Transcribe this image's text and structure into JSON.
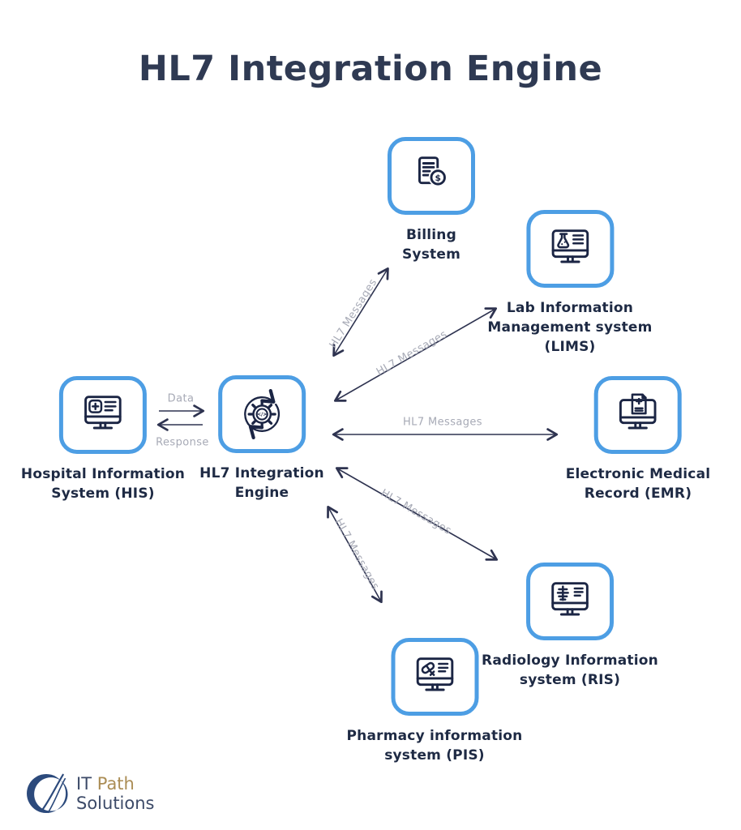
{
  "title": "HL7 Integration Engine",
  "nodes": {
    "his": {
      "id": "HIS",
      "lines": [
        "Hospital Information",
        "System (HIS)"
      ],
      "icon": "hospital-monitor-icon"
    },
    "engine": {
      "id": "ENGINE",
      "lines": [
        "HL7 Integration",
        "Engine"
      ],
      "icon": "gear-code-sync-icon"
    },
    "billing": {
      "id": "BILLING",
      "lines": [
        "Billing",
        "System"
      ],
      "icon": "invoice-dollar-icon"
    },
    "lims": {
      "id": "LIMS",
      "lines": [
        "Lab Information",
        "Management system",
        "(LIMS)"
      ],
      "icon": "lab-flask-monitor-icon"
    },
    "emr": {
      "id": "EMR",
      "lines": [
        "Electronic Medical",
        "Record (EMR)"
      ],
      "icon": "medical-record-monitor-icon"
    },
    "ris": {
      "id": "RIS",
      "lines": [
        "Radiology Information",
        "system (RIS)"
      ],
      "icon": "radiology-monitor-icon"
    },
    "pis": {
      "id": "PIS",
      "lines": [
        "Pharmacy information",
        "system (PIS)"
      ],
      "icon": "pharmacy-monitor-icon"
    }
  },
  "edges": [
    {
      "from": "Hospital Information System (HIS)",
      "to": "HL7 Integration Engine",
      "label": "Data",
      "bidirectional": false
    },
    {
      "from": "HL7 Integration Engine",
      "to": "Hospital Information System (HIS)",
      "label": "Response",
      "bidirectional": false
    },
    {
      "from": "HL7 Integration Engine",
      "to": "Billing System",
      "label": "HL7 Messages",
      "bidirectional": true
    },
    {
      "from": "HL7 Integration Engine",
      "to": "Lab Information Management system (LIMS)",
      "label": "HL7 Messages",
      "bidirectional": true
    },
    {
      "from": "HL7 Integration Engine",
      "to": "Electronic Medical Record (EMR)",
      "label": "HL7 Messages",
      "bidirectional": true
    },
    {
      "from": "HL7 Integration Engine",
      "to": "Radiology Information system (RIS)",
      "label": "HL7 Messages",
      "bidirectional": true
    },
    {
      "from": "HL7 Integration Engine",
      "to": "Pharmacy information system (PIS)",
      "label": "HL7 Messages",
      "bidirectional": true
    }
  ],
  "icons": {
    "dollar_glyph": "$",
    "code_glyph": "</>"
  },
  "logo": {
    "word1": "IT",
    "word2": "Path",
    "word3": "Solutions"
  },
  "colors": {
    "accent_blue": "#4D9EE4",
    "icon_navy": "#1B2544",
    "title_navy": "#2F3A53",
    "arrow_navy": "#2E3350",
    "edge_label_gray": "#A7AAB6",
    "logo_navy": "#2C4A7C",
    "logo_gold": "#AB8D55"
  }
}
